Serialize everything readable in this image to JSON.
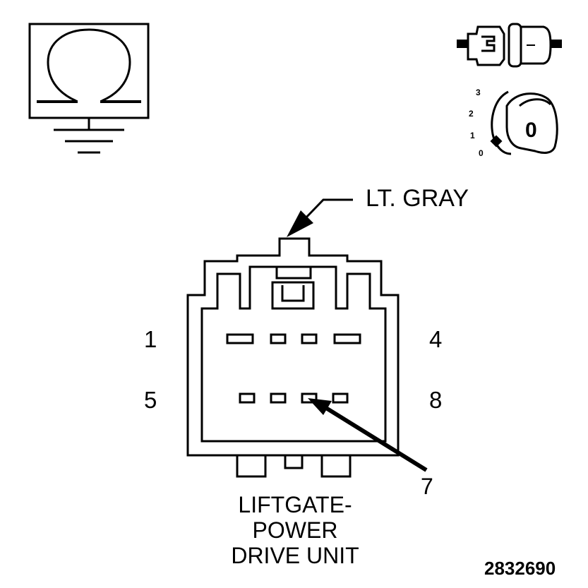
{
  "connector": {
    "color_label": "LT. GRAY",
    "pin_labels": {
      "top_left": "1",
      "top_right": "4",
      "bottom_left": "5",
      "bottom_right": "8"
    },
    "callout_pin": "7",
    "component_name_lines": [
      "LIFTGATE-",
      "POWER",
      "DRIVE UNIT"
    ]
  },
  "figure_id": "2832690",
  "icons": {
    "ground_symbol": "ground-ohm-icon",
    "connector_symbol": "connector-icon",
    "ignition_symbol": "ignition-key-icon"
  },
  "ignition": {
    "positions": [
      "3",
      "2",
      "1",
      "0"
    ],
    "key_position_label": "0"
  },
  "colors": {
    "ink": "#000000",
    "background": "#ffffff"
  }
}
